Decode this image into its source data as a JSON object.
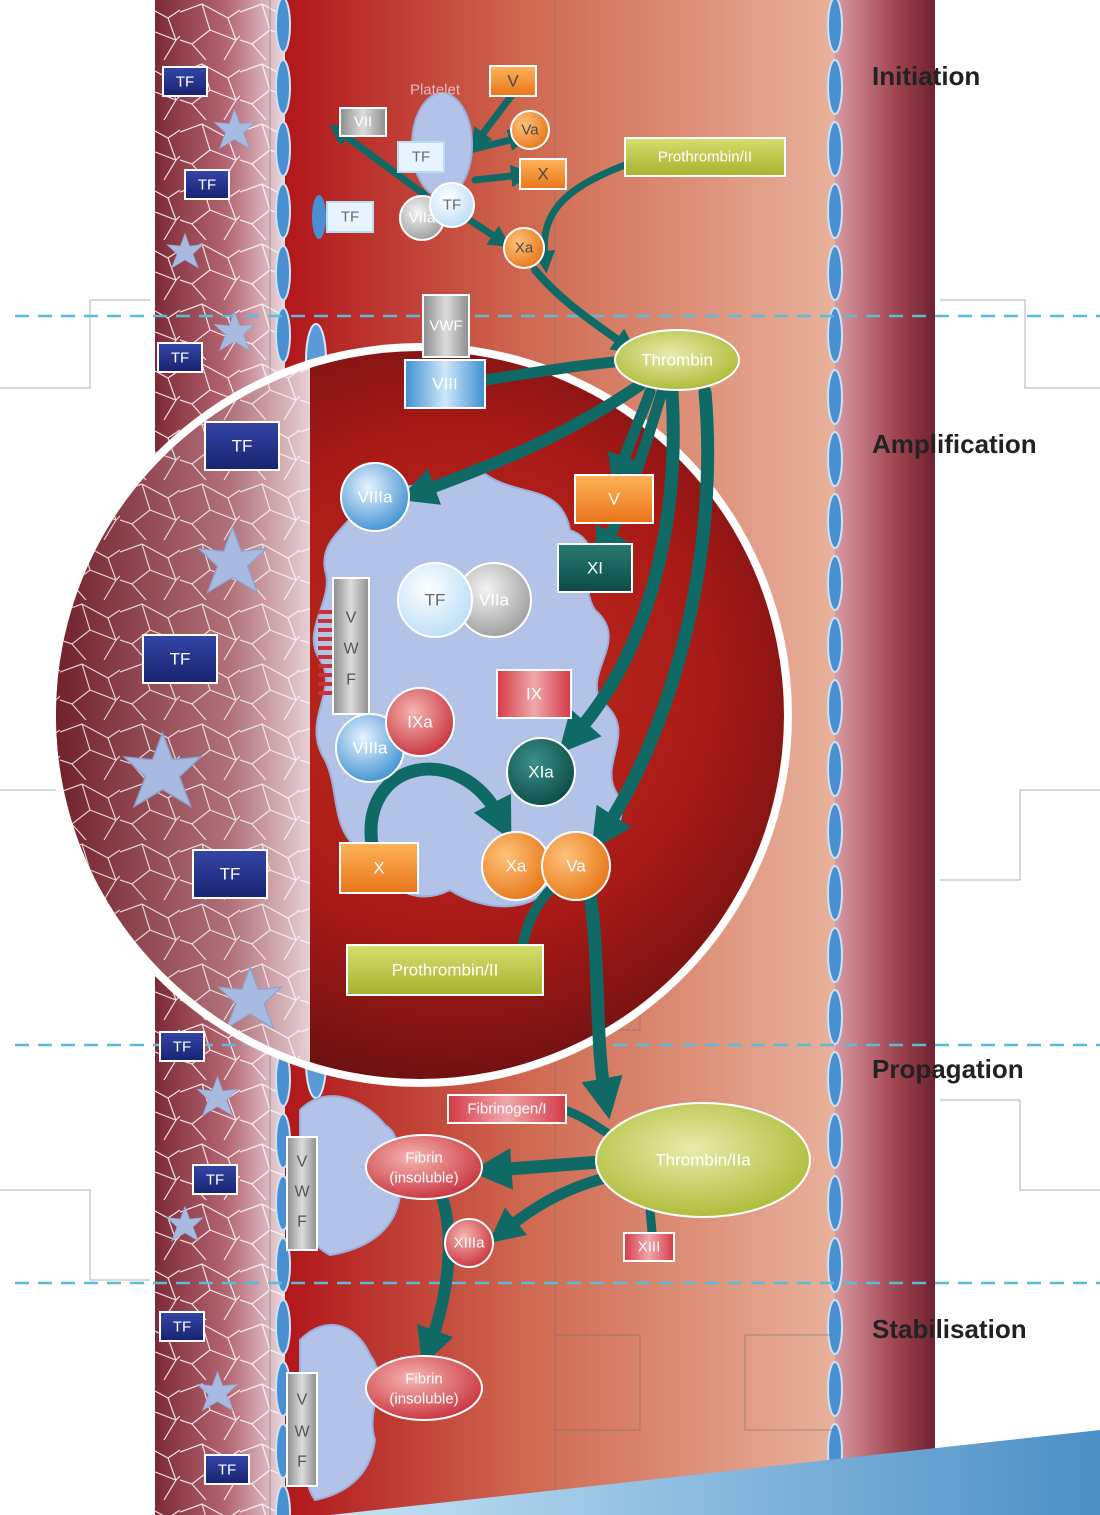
{
  "phases": {
    "initiation": "Initiation",
    "amplification": "Amplification",
    "propagation": "Propagation",
    "stabilisation": "Stabilisation"
  },
  "initiation": {
    "platelet": "Platelet",
    "v": "V",
    "va": "Va",
    "vii": "VII",
    "tf_box": "TF",
    "x": "X",
    "prothrombin": "Prothrombin/II",
    "tf_free": "TF",
    "viia": "VIIa",
    "tf_complex": "TF",
    "xa": "Xa",
    "vwf": "VWF",
    "thrombin": "Thrombin",
    "viii": "VIII"
  },
  "amplification": {
    "viiia": "VIIIa",
    "v": "V",
    "xi": "XI",
    "tf": "TF",
    "viia": "VIIa",
    "vwf_v": "V",
    "vwf_w": "W",
    "vwf_f": "F",
    "ix": "IX",
    "ixa": "IXa",
    "viiia_2": "VIIIa",
    "xia": "XIa",
    "x": "X",
    "xa": "Xa",
    "va": "Va",
    "prothrombin": "Prothrombin/II"
  },
  "propagation": {
    "fibrinogen": "Fibrinogen/I",
    "fibrin_line1": "Fibrin",
    "fibrin_line2": "(insoluble)",
    "thrombin": "Thrombin/IIa",
    "xiiia": "XIIIa",
    "xiii": "XIII",
    "vwf_v": "V",
    "vwf_w": "W",
    "vwf_f": "F"
  },
  "stabilisation": {
    "fibrin_line1": "Fibrin",
    "fibrin_line2": "(insoluble)",
    "vwf_v": "V",
    "vwf_w": "W",
    "vwf_f": "F"
  },
  "tissue_factor": "TF",
  "colors": {
    "arrow": "#0f6a66",
    "orange": "#f0922c",
    "green": "#b5c23a",
    "navy": "#1f2d86",
    "teal": "#18605a",
    "red": "#c9323d",
    "blue": "#4a9ad6",
    "phase_line": "#5bbcd8"
  }
}
